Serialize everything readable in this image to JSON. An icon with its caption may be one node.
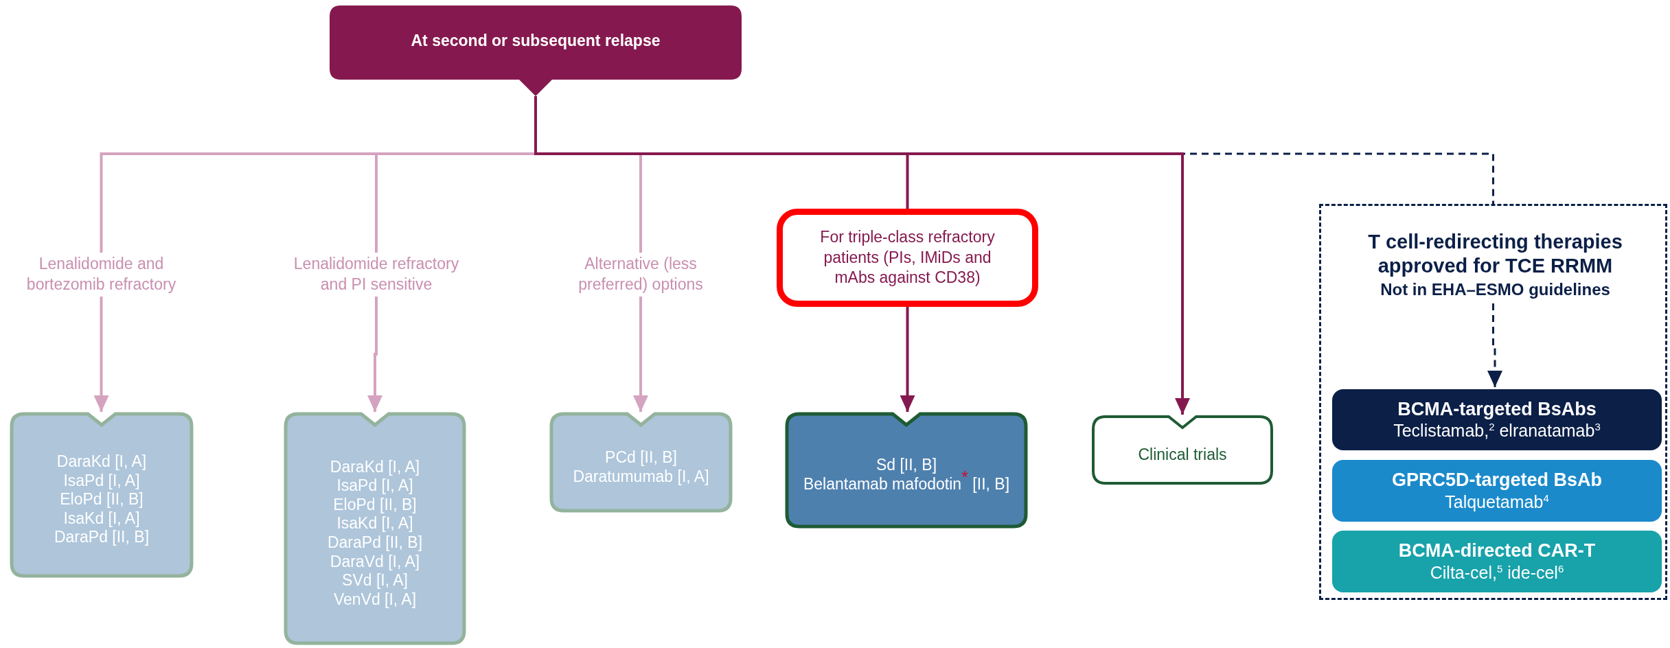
{
  "diagram": {
    "nodes": [
      {
        "text": [
          "At second or subsequent relapse"
        ]
      },
      {
        "text": [
          "Lenalidomide and bortezomib refractory"
        ]
      },
      {
        "text": [
          "Lenalidomide refractory and PI sensitive"
        ]
      },
      {
        "text": [
          "Alternative (less preferred) options"
        ]
      },
      {
        "text": [
          "For triple-class refractory patients (PIs, IMiDs and mAbs against CD38)"
        ]
      },
      {
        "text": [],
        "shape": "box"
      },
      {
        "text": [
          "T cell-redirecting therapies approved for TCE RRMM",
          "Not in EHA–ESMO guidelines"
        ],
        "in": 5
      },
      {
        "text": [
          "BCMA-targeted BsAbs",
          "Teclistamab,$^{2}$ elranatamab$^{3}$"
        ],
        "in": 5
      },
      {
        "text": [
          "GPRC5D-targeted BsAb",
          "Talquetamab$^{4}$"
        ],
        "in": 5
      },
      {
        "text": [
          "BCMA-directed CAR-T",
          "Cilta-cel,$^{5}$ ide-cel$^{6}$"
        ],
        "in": 5
      },
      {
        "text": [
          "DaraKd [I, A]",
          "IsaPd [I, A]",
          "EloPd [II, B]",
          "IsaKd [I, A]",
          "DaraPd [II, B]"
        ]
      },
      {
        "text": [
          "DaraKd [I, A]",
          "IsaPd [I, A]",
          "EloPd [II, B]",
          "IsaKd [I, A]",
          "DaraPd [II, B]",
          "DaraVd [I, A]",
          "SVd [I, A]",
          "VenVd [I, A]"
        ]
      },
      {
        "text": [
          "PCd [II, B]",
          "Daratumumab [I, A]"
        ]
      },
      {
        "text": [
          "Sd [II, B]",
          "Belantamab mafodotin$^{*}$ [II, B]"
        ]
      },
      {
        "text": [
          "Clinical trials"
        ]
      }
    ],
    "edges": [
      {
        "from": 0,
        "to": 1,
        "arrow": "none"
      },
      {
        "from": 0,
        "to": 2,
        "arrow": "none"
      },
      {
        "from": 0,
        "to": 3,
        "arrow": "none"
      },
      {
        "from": 1,
        "to": 10,
        "arrow": "to"
      },
      {
        "from": 2,
        "to": 11,
        "arrow": "to"
      },
      {
        "from": 3,
        "to": 12,
        "arrow": "to"
      },
      {
        "from": 0,
        "to": 5,
        "arrow": "none",
        "style": "dashed",
        "color": "#0b1f47"
      },
      {
        "from": 6,
        "to": 7,
        "arrow": "to",
        "style": "dashed",
        "color": "#0b1f47"
      },
      {
        "from": 0,
        "to": 4,
        "arrow": "none",
        "color": "#85194f"
      },
      {
        "from": 0,
        "to": 14,
        "arrow": "to",
        "color": "#85194f"
      },
      {
        "from": 4,
        "to": 13,
        "arrow": "to",
        "color": "#85194f"
      }
    ]
  }
}
